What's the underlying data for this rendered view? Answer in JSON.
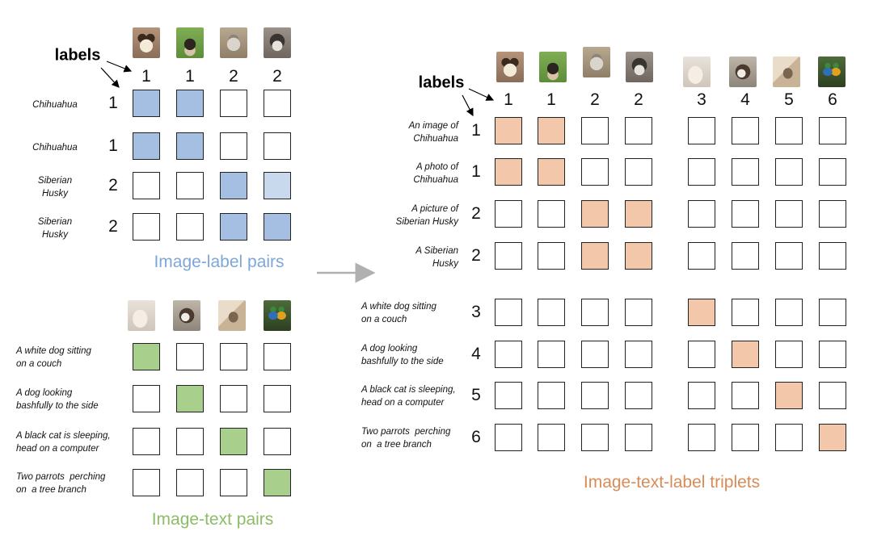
{
  "colors": {
    "blue": "#a4bfe2",
    "light_blue": "#c8d9ee",
    "green": "#a8cf8c",
    "orange": "#f3c7a9",
    "title_blue": "#7ea7d9",
    "title_green": "#8cbc68",
    "title_orange": "#d98b57",
    "gray_arrow": "#b0b0b0"
  },
  "panel_image_label": {
    "labels_word": "labels",
    "title": "Image-label pairs",
    "thumbs": [
      "chihuahua-1",
      "chihuahua-2",
      "husky-1",
      "husky-2"
    ],
    "col_labels": [
      "1",
      "1",
      "2",
      "2"
    ],
    "row_texts": [
      "Chihuahua",
      "Chihuahua",
      "Siberian\nHusky",
      "Siberian\nHusky"
    ],
    "row_labels": [
      "1",
      "1",
      "2",
      "2"
    ],
    "matrix": [
      [
        "blue",
        "blue",
        "",
        ""
      ],
      [
        "blue",
        "blue",
        "",
        ""
      ],
      [
        "",
        "",
        "blue",
        "light_blue"
      ],
      [
        "",
        "",
        "blue",
        "blue"
      ]
    ]
  },
  "panel_image_text": {
    "title": "Image-text pairs",
    "thumbs": [
      "white-dog",
      "dog-side",
      "black-cat",
      "parrots"
    ],
    "row_texts": [
      "A white dog sitting\non a couch",
      "A dog looking\nbashfully to the side",
      "A black cat is sleeping,\nhead on a computer",
      "Two parrots  perching\non  a tree branch"
    ],
    "matrix": [
      [
        "green",
        "",
        "",
        ""
      ],
      [
        "",
        "green",
        "",
        ""
      ],
      [
        "",
        "",
        "green",
        ""
      ],
      [
        "",
        "",
        "",
        "green"
      ]
    ]
  },
  "panel_triplets": {
    "labels_word": "labels",
    "title": "Image-text-label triplets",
    "thumbs": [
      "chihuahua-1",
      "chihuahua-2",
      "husky-1",
      "husky-2",
      "white-dog",
      "dog-side",
      "black-cat",
      "parrots"
    ],
    "col_labels": [
      "1",
      "1",
      "2",
      "2",
      "3",
      "4",
      "5",
      "6"
    ],
    "row_texts": [
      "An image of\nChihuahua",
      "A photo of\nChihuahua",
      "A picture of\nSiberian Husky",
      "A Siberian\nHusky",
      "A white dog sitting\non a couch",
      "A dog looking\nbashfully to the side",
      "A black cat is sleeping,\nhead on a computer",
      "Two parrots  perching\non  a tree branch"
    ],
    "row_labels": [
      "1",
      "1",
      "2",
      "2",
      "3",
      "4",
      "5",
      "6"
    ],
    "matrix": [
      [
        "orange",
        "orange",
        "",
        "",
        "",
        "",
        "",
        ""
      ],
      [
        "orange",
        "orange",
        "",
        "",
        "",
        "",
        "",
        ""
      ],
      [
        "",
        "",
        "orange",
        "orange",
        "",
        "",
        "",
        ""
      ],
      [
        "",
        "",
        "orange",
        "orange",
        "",
        "",
        "",
        ""
      ],
      [
        "",
        "",
        "",
        "",
        "orange",
        "",
        "",
        ""
      ],
      [
        "",
        "",
        "",
        "",
        "",
        "orange",
        "",
        ""
      ],
      [
        "",
        "",
        "",
        "",
        "",
        "",
        "orange",
        ""
      ],
      [
        "",
        "",
        "",
        "",
        "",
        "",
        "",
        "orange"
      ]
    ]
  }
}
